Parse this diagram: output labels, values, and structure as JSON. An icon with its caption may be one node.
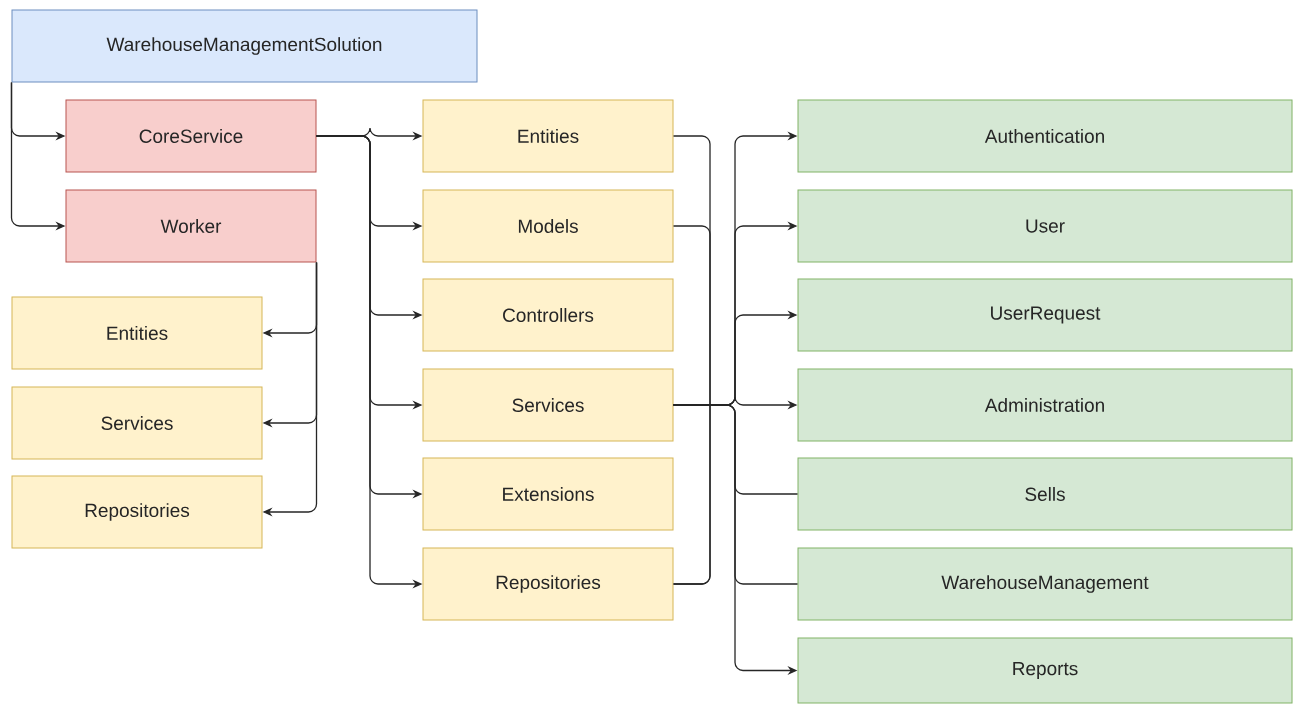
{
  "diagram": {
    "nodes": [
      {
        "text": [
          "WarehouseManagementSolution"
        ]
      },
      {
        "text": [
          "CoreService"
        ]
      },
      {
        "text": [
          "Worker"
        ]
      },
      {
        "text": [
          "Entities"
        ]
      },
      {
        "text": [
          "Services"
        ]
      },
      {
        "text": [
          "Repositories"
        ]
      },
      {
        "text": [
          "Entities"
        ]
      },
      {
        "text": [
          "Models"
        ]
      },
      {
        "text": [
          "Controllers"
        ]
      },
      {
        "text": [
          "Services"
        ]
      },
      {
        "text": [
          "Extensions"
        ]
      },
      {
        "text": [
          "Repositories"
        ]
      },
      {
        "text": [
          "Authentication"
        ]
      },
      {
        "text": [
          "User"
        ]
      },
      {
        "text": [
          "UserRequest"
        ]
      },
      {
        "text": [
          "Administration"
        ]
      },
      {
        "text": [
          "Sells"
        ]
      },
      {
        "text": [
          "WarehouseManagement"
        ]
      },
      {
        "text": [
          "Reports"
        ]
      }
    ],
    "edges": [
      {
        "from": 0,
        "to": 1,
        "arrow": "to"
      },
      {
        "from": 0,
        "to": 2,
        "arrow": "to"
      },
      {
        "from": 1,
        "to": 6,
        "arrow": "to"
      },
      {
        "from": 1,
        "to": 7,
        "arrow": "to"
      },
      {
        "from": 1,
        "to": 8,
        "arrow": "to"
      },
      {
        "from": 1,
        "to": 9,
        "arrow": "to"
      },
      {
        "from": 1,
        "to": 10,
        "arrow": "to"
      },
      {
        "from": 1,
        "to": 11,
        "arrow": "to"
      },
      {
        "from": 2,
        "to": 3,
        "arrow": "to"
      },
      {
        "from": 2,
        "to": 4,
        "arrow": "to"
      },
      {
        "from": 2,
        "to": 5,
        "arrow": "to"
      },
      {
        "from": 6,
        "to": 11,
        "arrow": "none"
      },
      {
        "from": 7,
        "to": 11,
        "arrow": "none"
      },
      {
        "from": 9,
        "to": 12,
        "arrow": "to"
      },
      {
        "from": 9,
        "to": 13,
        "arrow": "to"
      },
      {
        "from": 9,
        "to": 14,
        "arrow": "to"
      },
      {
        "from": 9,
        "to": 15,
        "arrow": "to"
      },
      {
        "from": 9,
        "to": 16,
        "arrow": "none"
      },
      {
        "from": 9,
        "to": 17,
        "arrow": "none"
      },
      {
        "from": 9,
        "to": 18,
        "arrow": "to"
      }
    ]
  }
}
